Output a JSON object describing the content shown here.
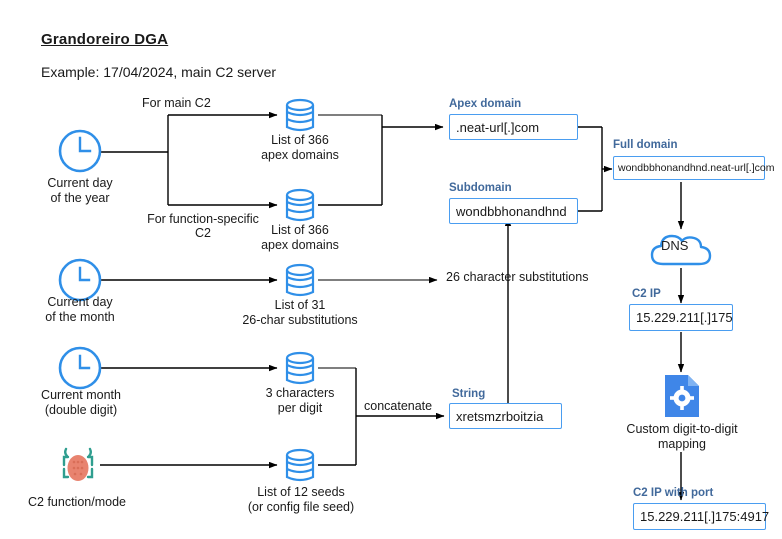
{
  "header": {
    "title": "Grandoreiro DGA",
    "subtitle": "Example: 17/04/2024, main C2 server"
  },
  "colors": {
    "accent_blue": "#2f8fe8",
    "box_border": "#4a9df0",
    "label_blue": "#41699b",
    "bug_body": "#e8836f",
    "bug_legs": "#2f9e8f",
    "file_icon": "#3f86e8",
    "line": "#000000"
  },
  "inputs": [
    {
      "icon": "clock-icon",
      "label_line1": "Current day",
      "label_line2": "of the year"
    },
    {
      "icon": "clock-icon",
      "label_line1": "Current day",
      "label_line2": "of the month"
    },
    {
      "icon": "clock-icon",
      "label_line1": "Current month",
      "label_line2": "(double digit)"
    },
    {
      "icon": "bug-icon",
      "label_line1": "C2 function/mode",
      "label_line2": ""
    }
  ],
  "branch_labels": {
    "main": "For main C2",
    "function_specific_line1": "For function-specific",
    "function_specific_line2": "C2"
  },
  "datastores": [
    {
      "icon": "database-icon",
      "label_line1": "List of 366",
      "label_line2": "apex domains"
    },
    {
      "icon": "database-icon",
      "label_line1": "List of 366",
      "label_line2": "apex domains"
    },
    {
      "icon": "database-icon",
      "label_line1": "List of 31",
      "label_line2": "26-char substitutions"
    },
    {
      "icon": "database-icon",
      "label_line1": "3 characters",
      "label_line2": "per digit"
    },
    {
      "icon": "database-icon",
      "label_line1": "List of 12 seeds",
      "label_line2": "(or config file seed)"
    }
  ],
  "edge_labels": {
    "substitutions": "26 character substitutions",
    "concatenate": "concatenate"
  },
  "fields": {
    "apex_domain": {
      "label": "Apex domain",
      "value": ".neat-url[.]com"
    },
    "subdomain": {
      "label": "Subdomain",
      "value": "wondbbhonandhnd"
    },
    "full_domain": {
      "label": "Full domain",
      "value": "wondbbhonandhnd.neat-url[.]com"
    },
    "string": {
      "label": "String",
      "value": "xretsmzrboitzia"
    },
    "c2_ip": {
      "label": "C2 IP",
      "value": "15.229.211[.]175"
    },
    "c2_ip_port": {
      "label": "C2 IP with port",
      "value": "15.229.211[.]175:4917"
    }
  },
  "dns": {
    "icon": "cloud-icon",
    "label": "DNS"
  },
  "mapping": {
    "icon": "file-gear-icon",
    "label_line1": "Custom digit-to-digit",
    "label_line2": "mapping"
  }
}
